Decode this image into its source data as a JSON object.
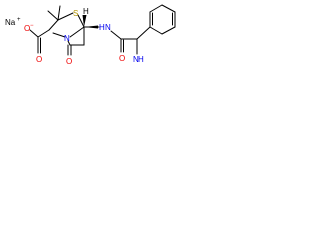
{
  "diagram": {
    "labels": {
      "sodium": "Na",
      "sodium_charge": "+",
      "oxide": "O",
      "oxide_charge": "−",
      "sulfur": "S",
      "ring_hydrogen": "H",
      "ring_nitrogen": "N",
      "carbonyl_oxygen_lactam": "O",
      "carbonyl_oxygen_amide": "O",
      "amide_nitrogen": "N",
      "amide_hydrogen": "H",
      "amine_nitrogen": "N",
      "amine_hydrogen": "H",
      "carboxyl_oxygen": "O"
    },
    "colors": {
      "nitrogen": "#0000ee",
      "oxygen": "#ee0000",
      "sulfur": "#b39500",
      "bond": "#000000"
    }
  }
}
